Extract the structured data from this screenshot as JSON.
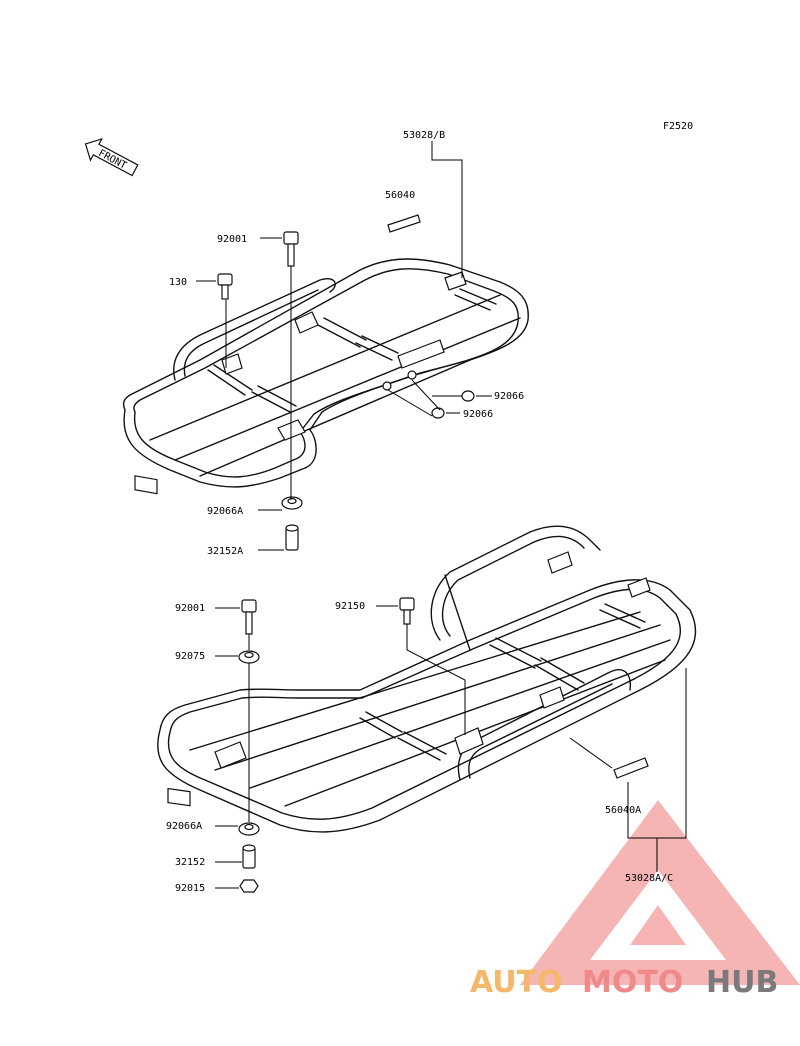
{
  "diagram": {
    "code": "F2520",
    "front_label": "FRONT",
    "upper_carrier": {
      "labels": {
        "rack_set": "53028/B",
        "decal": "56040",
        "bolt_top": "92001",
        "bolt_left": "130",
        "bush_1": "92066",
        "bush_2": "92066",
        "bush_bottom": "92066A",
        "collar": "32152A"
      }
    },
    "lower_carrier": {
      "labels": {
        "bolt": "92001",
        "bolt_2": "92150",
        "washer": "92075",
        "bush": "92066A",
        "collar": "32152",
        "nut": "92015",
        "decal": "56040A",
        "rack_set": "53028A/C"
      }
    },
    "watermark": {
      "part1": "AUTO",
      "part2": "MOTO",
      "part3": "HUB",
      "color_auto": "#f5b86a",
      "color_moto": "#f08a8a",
      "color_hub": "#7a7a7a",
      "triangle_color": "#f28b8b"
    }
  }
}
